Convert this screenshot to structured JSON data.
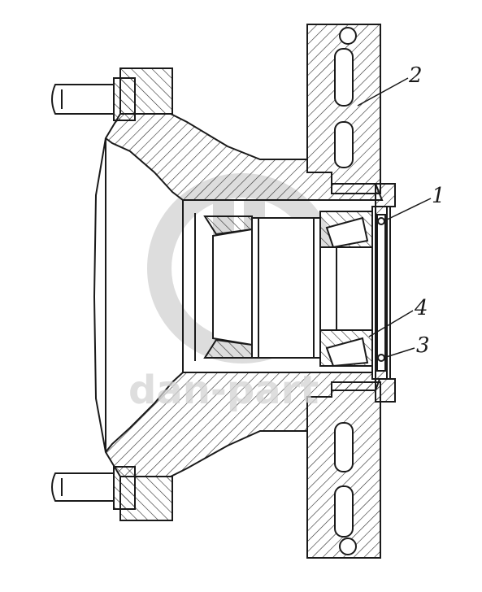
{
  "diagram": {
    "callouts": [
      {
        "id": "1",
        "label": "1"
      },
      {
        "id": "2",
        "label": "2"
      },
      {
        "id": "3",
        "label": "3"
      },
      {
        "id": "4",
        "label": "4"
      }
    ],
    "watermark_text": "dan-part"
  },
  "colors": {
    "line": "#1a1a1a",
    "hatch": "#2a2a2a",
    "watermark": "#d4d4d4",
    "background": "#ffffff"
  }
}
